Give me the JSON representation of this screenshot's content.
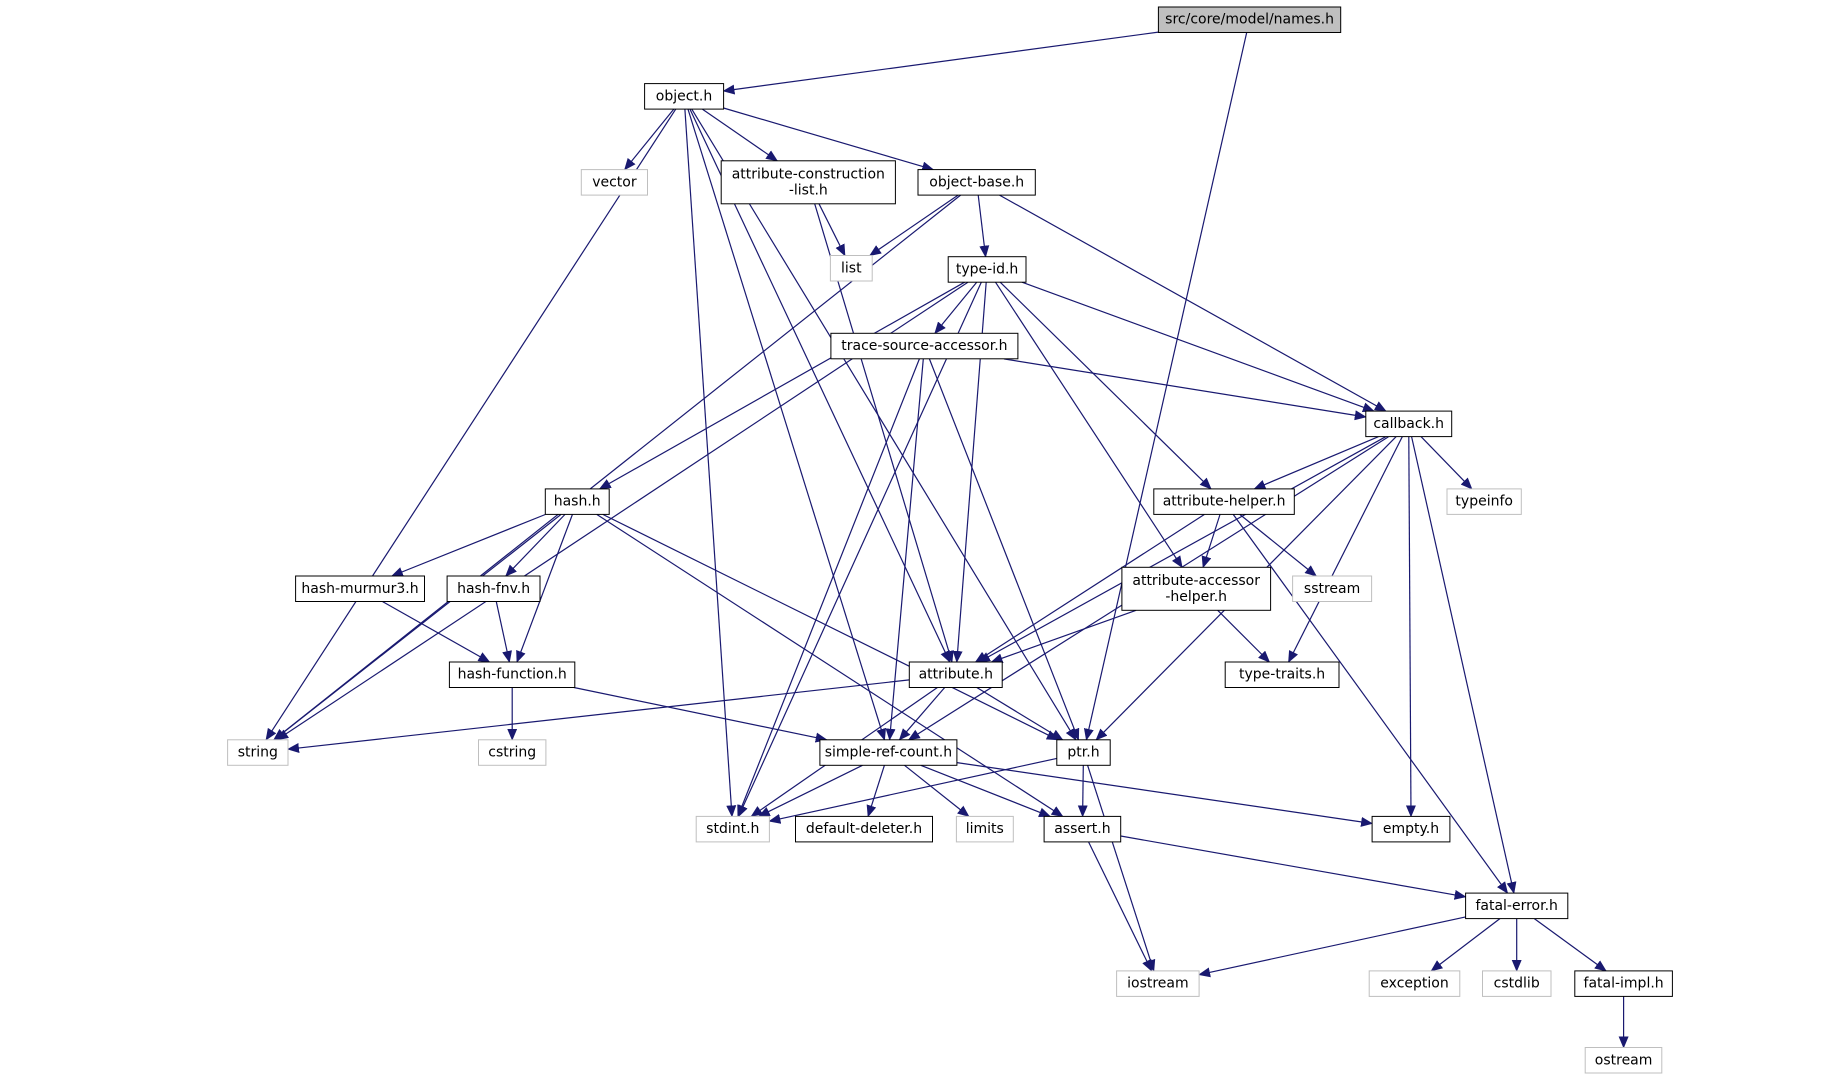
{
  "colors": {
    "edge": "#191970",
    "root_fill": "#bfbfbf",
    "ext_border": "#bfbfbf",
    "doc_border": "#000000"
  },
  "nodes": [
    {
      "id": "names",
      "kind": "root",
      "lines": [
        "src/core/model/names.h"
      ]
    },
    {
      "id": "object",
      "kind": "doc",
      "lines": [
        "object.h"
      ]
    },
    {
      "id": "vector",
      "kind": "ext",
      "lines": [
        "vector"
      ]
    },
    {
      "id": "attrconst",
      "kind": "doc",
      "lines": [
        "attribute-construction",
        "-list.h"
      ]
    },
    {
      "id": "objbase",
      "kind": "doc",
      "lines": [
        "object-base.h"
      ]
    },
    {
      "id": "list",
      "kind": "ext",
      "lines": [
        "list"
      ]
    },
    {
      "id": "typeid",
      "kind": "doc",
      "lines": [
        "type-id.h"
      ]
    },
    {
      "id": "tsa",
      "kind": "doc",
      "lines": [
        "trace-source-accessor.h"
      ]
    },
    {
      "id": "callback",
      "kind": "doc",
      "lines": [
        "callback.h"
      ]
    },
    {
      "id": "hash",
      "kind": "doc",
      "lines": [
        "hash.h"
      ]
    },
    {
      "id": "attrhelper",
      "kind": "doc",
      "lines": [
        "attribute-helper.h"
      ]
    },
    {
      "id": "typeinfo",
      "kind": "ext",
      "lines": [
        "typeinfo"
      ]
    },
    {
      "id": "murmur",
      "kind": "doc",
      "lines": [
        "hash-murmur3.h"
      ]
    },
    {
      "id": "fnv",
      "kind": "doc",
      "lines": [
        "hash-fnv.h"
      ]
    },
    {
      "id": "aah",
      "kind": "doc",
      "lines": [
        "attribute-accessor",
        "-helper.h"
      ]
    },
    {
      "id": "sstream",
      "kind": "ext",
      "lines": [
        "sstream"
      ]
    },
    {
      "id": "hashfunc",
      "kind": "doc",
      "lines": [
        "hash-function.h"
      ]
    },
    {
      "id": "attribute",
      "kind": "doc",
      "lines": [
        "attribute.h"
      ]
    },
    {
      "id": "typetraits",
      "kind": "doc",
      "lines": [
        "type-traits.h"
      ]
    },
    {
      "id": "string",
      "kind": "ext",
      "lines": [
        "string"
      ]
    },
    {
      "id": "cstring",
      "kind": "ext",
      "lines": [
        "cstring"
      ]
    },
    {
      "id": "src",
      "kind": "doc",
      "lines": [
        "simple-ref-count.h"
      ]
    },
    {
      "id": "ptr",
      "kind": "doc",
      "lines": [
        "ptr.h"
      ]
    },
    {
      "id": "stdint",
      "kind": "ext",
      "lines": [
        "stdint.h"
      ]
    },
    {
      "id": "deleter",
      "kind": "doc",
      "lines": [
        "default-deleter.h"
      ]
    },
    {
      "id": "limits",
      "kind": "ext",
      "lines": [
        "limits"
      ]
    },
    {
      "id": "assert",
      "kind": "doc",
      "lines": [
        "assert.h"
      ]
    },
    {
      "id": "empty",
      "kind": "doc",
      "lines": [
        "empty.h"
      ]
    },
    {
      "id": "fatal",
      "kind": "doc",
      "lines": [
        "fatal-error.h"
      ]
    },
    {
      "id": "iostream",
      "kind": "ext",
      "lines": [
        "iostream"
      ]
    },
    {
      "id": "exception",
      "kind": "ext",
      "lines": [
        "exception"
      ]
    },
    {
      "id": "cstdlib",
      "kind": "ext",
      "lines": [
        "cstdlib"
      ]
    },
    {
      "id": "fatalimpl",
      "kind": "doc",
      "lines": [
        "fatal-impl.h"
      ]
    },
    {
      "id": "ostream",
      "kind": "ext",
      "lines": [
        "ostream"
      ]
    }
  ],
  "edges": [
    [
      "names",
      "object"
    ],
    [
      "names",
      "ptr"
    ],
    [
      "object",
      "vector"
    ],
    [
      "object",
      "attrconst"
    ],
    [
      "object",
      "objbase"
    ],
    [
      "object",
      "string"
    ],
    [
      "object",
      "stdint"
    ],
    [
      "object",
      "attribute"
    ],
    [
      "object",
      "src"
    ],
    [
      "object",
      "ptr"
    ],
    [
      "attrconst",
      "list"
    ],
    [
      "attrconst",
      "attribute"
    ],
    [
      "objbase",
      "list"
    ],
    [
      "objbase",
      "typeid"
    ],
    [
      "objbase",
      "callback"
    ],
    [
      "objbase",
      "string"
    ],
    [
      "typeid",
      "tsa"
    ],
    [
      "typeid",
      "callback"
    ],
    [
      "typeid",
      "hash"
    ],
    [
      "typeid",
      "attrhelper"
    ],
    [
      "typeid",
      "aah"
    ],
    [
      "typeid",
      "attribute"
    ],
    [
      "typeid",
      "string"
    ],
    [
      "typeid",
      "stdint"
    ],
    [
      "tsa",
      "callback"
    ],
    [
      "tsa",
      "stdint"
    ],
    [
      "tsa",
      "src"
    ],
    [
      "tsa",
      "ptr"
    ],
    [
      "callback",
      "attrhelper"
    ],
    [
      "callback",
      "typeinfo"
    ],
    [
      "callback",
      "typetraits"
    ],
    [
      "callback",
      "attribute"
    ],
    [
      "callback",
      "ptr"
    ],
    [
      "callback",
      "src"
    ],
    [
      "callback",
      "empty"
    ],
    [
      "callback",
      "fatal"
    ],
    [
      "hash",
      "murmur"
    ],
    [
      "hash",
      "fnv"
    ],
    [
      "hash",
      "hashfunc"
    ],
    [
      "hash",
      "string"
    ],
    [
      "hash",
      "ptr"
    ],
    [
      "hash",
      "assert"
    ],
    [
      "attrhelper",
      "aah"
    ],
    [
      "attrhelper",
      "sstream"
    ],
    [
      "attrhelper",
      "attribute"
    ],
    [
      "attrhelper",
      "fatal"
    ],
    [
      "murmur",
      "hashfunc"
    ],
    [
      "fnv",
      "hashfunc"
    ],
    [
      "aah",
      "attribute"
    ],
    [
      "aah",
      "typetraits"
    ],
    [
      "hashfunc",
      "cstring"
    ],
    [
      "hashfunc",
      "src"
    ],
    [
      "attribute",
      "string"
    ],
    [
      "attribute",
      "src"
    ],
    [
      "attribute",
      "ptr"
    ],
    [
      "attribute",
      "stdint"
    ],
    [
      "src",
      "stdint"
    ],
    [
      "src",
      "deleter"
    ],
    [
      "src",
      "limits"
    ],
    [
      "src",
      "assert"
    ],
    [
      "src",
      "empty"
    ],
    [
      "ptr",
      "stdint"
    ],
    [
      "ptr",
      "assert"
    ],
    [
      "ptr",
      "iostream"
    ],
    [
      "assert",
      "iostream"
    ],
    [
      "assert",
      "fatal"
    ],
    [
      "fatal",
      "iostream"
    ],
    [
      "fatal",
      "exception"
    ],
    [
      "fatal",
      "cstdlib"
    ],
    [
      "fatal",
      "fatalimpl"
    ],
    [
      "fatalimpl",
      "ostream"
    ]
  ]
}
